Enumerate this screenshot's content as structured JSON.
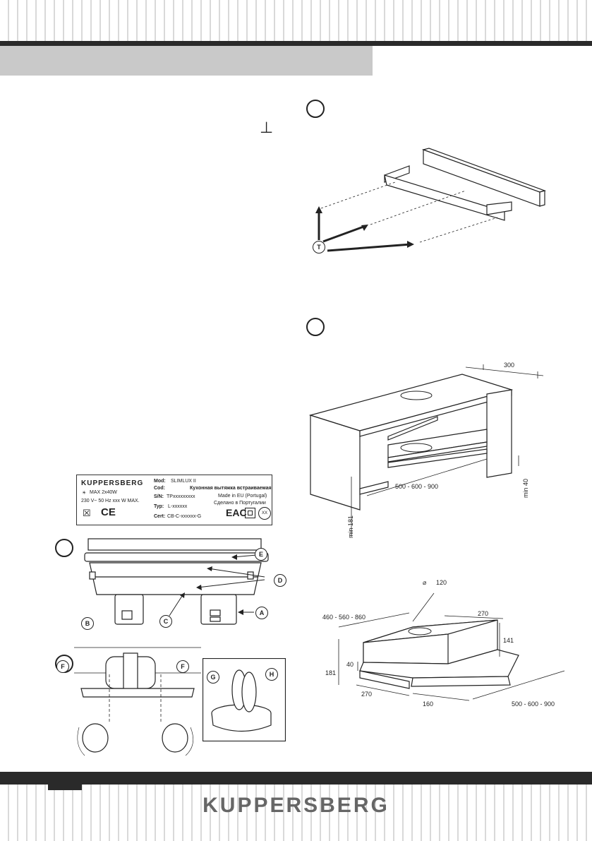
{
  "footer": {
    "brand": "KUPPERSBERG"
  },
  "rating_label": {
    "brand": "KUPPERSBERG",
    "lamp": "MAX 2x40W",
    "power": "230 V~  50 Hz   xxx W MAX.",
    "mod_key": "Mod:",
    "mod_val": "SLIMLUX II",
    "cod_key": "Cod:",
    "desc_ru": "Кухонная вытяжка встраиваемая",
    "made_in": "Made in EU (Portugal)",
    "made_ru": "Сделано в Португалии",
    "sn_key": "S/N:",
    "sn_val": "TPxxxxxxxxx",
    "typ_key": "Typ:",
    "typ_val": "L-xxxxxx",
    "cert_key": "Cert:",
    "cert_val": "CB-C-xxxxxx-G",
    "ce": "CE",
    "eac": "EAC",
    "xx": "XX"
  },
  "callouts": {
    "T": "T",
    "A": "A",
    "B": "B",
    "C": "C",
    "D": "D",
    "E": "E",
    "F": "F",
    "G": "G",
    "H": "H"
  },
  "dimensions": {
    "cab_depth": "300",
    "cab_width": "500 - 600 - 900",
    "cab_min40": "min 40",
    "cab_min181": "min 181",
    "duct": "120",
    "hood_width": "460 - 560 - 860",
    "hood_depth": "270",
    "hood_height": "141",
    "front_h": "40",
    "total_h": "181",
    "bottom_depth": "270",
    "offset": "160",
    "front_width": "500 - 600 - 900"
  }
}
